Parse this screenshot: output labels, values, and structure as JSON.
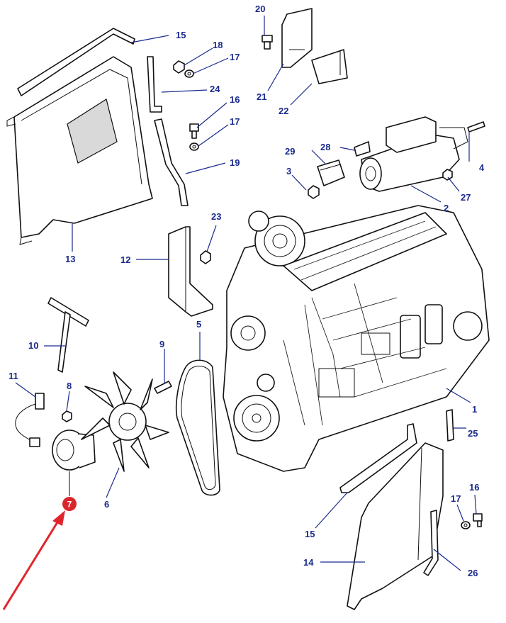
{
  "callouts": {
    "n1": "1",
    "n2": "2",
    "n3": "3",
    "n4": "4",
    "n5": "5",
    "n6": "6",
    "n7": "7",
    "n8": "8",
    "n9": "9",
    "n10": "10",
    "n11": "11",
    "n12": "12",
    "n13": "13",
    "n14": "14",
    "n15a": "15",
    "n15b": "15",
    "n16a": "16",
    "n16b": "16",
    "n17a": "17",
    "n17b": "17",
    "n17c": "17",
    "n18": "18",
    "n19": "19",
    "n20": "20",
    "n21": "21",
    "n22": "22",
    "n23": "23",
    "n24": "24",
    "n25": "25",
    "n26": "26",
    "n27": "27",
    "n28": "28",
    "n29": "29"
  },
  "highlight": {
    "part_number": "7",
    "marker_color": "#d9262b",
    "arrow_color": "#e0262b"
  },
  "colors": {
    "label": "#1a2a8c",
    "line": "#111111"
  }
}
